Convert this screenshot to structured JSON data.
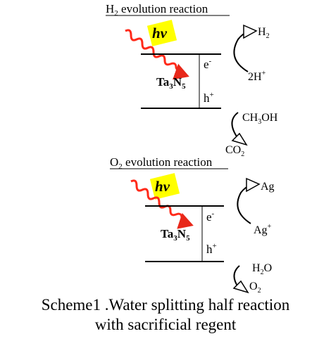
{
  "panels": [
    {
      "title": {
        "base": "H",
        "sub": "2",
        "rest": " evolution reaction"
      },
      "light": "hν",
      "electron": {
        "base": "e",
        "sup": "-"
      },
      "hole": {
        "base": "h",
        "sup": "+"
      },
      "catalyst": {
        "p1": "Ta",
        "s1": "3",
        "p2": "N",
        "s2": "5"
      },
      "cb_product": {
        "base": "H",
        "sub": "2"
      },
      "cb_reactant": {
        "base": "2H",
        "sup": "+"
      },
      "vb_reactant": {
        "p1": "CH",
        "s1": "3",
        "p2": "OH"
      },
      "vb_product": {
        "base": "CO",
        "sub": "2"
      }
    },
    {
      "title": {
        "base": "O",
        "sub": "2",
        "rest": " evolution reaction"
      },
      "light": "hν",
      "electron": {
        "base": "e",
        "sup": "-"
      },
      "hole": {
        "base": "h",
        "sup": "+"
      },
      "catalyst": {
        "p1": "Ta",
        "s1": "3",
        "p2": "N",
        "s2": "5"
      },
      "cb_product": {
        "base": "Ag"
      },
      "cb_reactant": {
        "base": "Ag",
        "sup": "+"
      },
      "vb_reactant": {
        "base": "H",
        "sub": "2",
        "rest": "O"
      },
      "vb_product": {
        "base": "O",
        "sub": "2"
      }
    }
  ],
  "caption": {
    "line1": "Scheme1 .Water splitting half reaction",
    "line2": "with sacrificial regent"
  },
  "colors": {
    "photon_wave": "#ff2a1a",
    "photon_badge": "#ffff00",
    "lines": "#000000"
  }
}
